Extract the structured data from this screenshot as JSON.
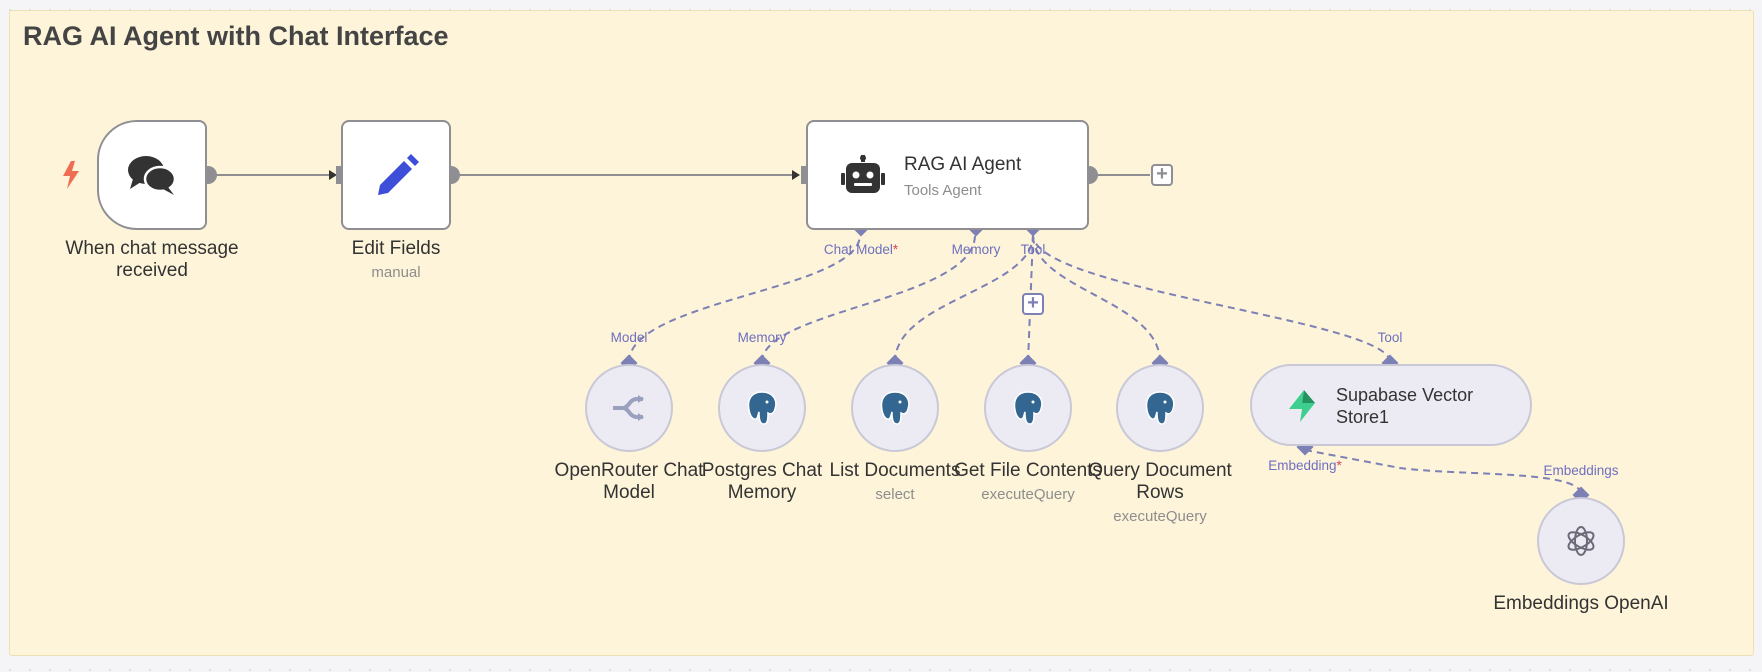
{
  "sticky": {
    "title": "RAG AI Agent with Chat Interface"
  },
  "nodes": {
    "chat_trigger": {
      "label_line1": "When chat message",
      "label_line2": "received",
      "icon": "chat-bubbles-icon"
    },
    "edit_fields": {
      "label": "Edit Fields",
      "sub": "manual",
      "icon": "pencil-icon"
    },
    "agent": {
      "title": "RAG AI Agent",
      "sub": "Tools Agent",
      "icon": "robot-icon"
    },
    "openrouter": {
      "label_line1": "OpenRouter Chat",
      "label_line2": "Model",
      "icon": "openrouter-icon"
    },
    "pg_memory": {
      "label_line1": "Postgres Chat",
      "label_line2": "Memory",
      "icon": "postgres-icon"
    },
    "list_docs": {
      "label": "List Documents",
      "sub": "select",
      "icon": "postgres-icon"
    },
    "get_file": {
      "label": "Get File Contents",
      "sub": "executeQuery",
      "icon": "postgres-icon"
    },
    "query_rows": {
      "label_line1": "Query Document",
      "label_line2": "Rows",
      "sub": "executeQuery",
      "icon": "postgres-icon"
    },
    "supabase": {
      "label_line1": "Supabase Vector",
      "label_line2": "Store1",
      "icon": "supabase-icon"
    },
    "embeddings": {
      "label": "Embeddings OpenAI",
      "icon": "openai-icon"
    }
  },
  "ports": {
    "chat_model": "Chat Model",
    "memory": "Memory",
    "tool": "Tool",
    "model": "Model",
    "memory_in": "Memory",
    "tool_in": "Tool",
    "embedding": "Embedding",
    "embeddings_in": "Embeddings",
    "required_mark": "*"
  },
  "colors": {
    "sticky": "#fdf4d9",
    "port": "#7d80b5",
    "trigger_bolt": "#ef6d53",
    "pencil": "#3e4ed8",
    "postgres": "#336791",
    "supabase": "#3ecf8e"
  }
}
